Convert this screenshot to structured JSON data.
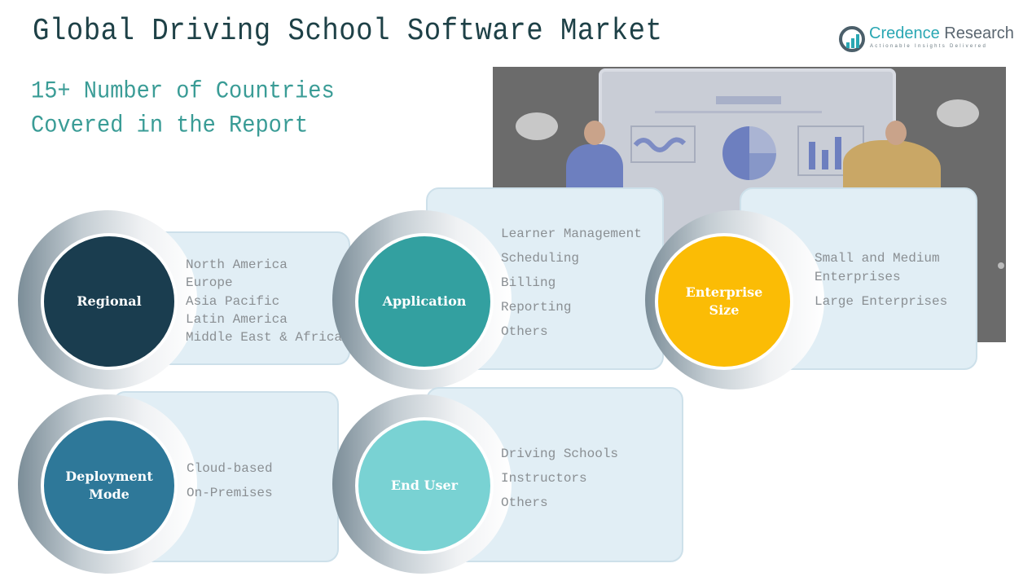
{
  "header": {
    "title": "Global Driving School Software Market",
    "subtitle_line1": "15+ Number of Countries",
    "subtitle_line2": "Covered in the Report"
  },
  "logo": {
    "name_part1": "Credence",
    "name_part2": " Research",
    "tagline": "Actionable Insights Delivered",
    "icon": "bar-chart-magnifier-icon",
    "colors": {
      "accent": "#2aa7b3",
      "text": "#5a6670"
    }
  },
  "illustration": {
    "description": "two presenters at a dashboard board with charts",
    "icon": "presentation-illustration"
  },
  "segments": [
    {
      "label": "Regional",
      "color": "#1a3d4f",
      "items": [
        "North America",
        "Europe",
        "Asia Pacific",
        "Latin America",
        "Middle East & Africa"
      ]
    },
    {
      "label": "Application",
      "color": "#33a0a0",
      "items": [
        "Learner Management",
        "Scheduling",
        "Billing",
        "Reporting",
        "Others"
      ]
    },
    {
      "label_line1": "Enterprise",
      "label_line2": "Size",
      "color": "#fbbc05",
      "items": [
        "Small and Medium",
        "Enterprises",
        "Large Enterprises"
      ]
    },
    {
      "label_line1": "Deployment",
      "label_line2": "Mode",
      "color": "#2e7899",
      "items": [
        "Cloud-based",
        "On-Premises"
      ]
    },
    {
      "label": "End User",
      "color": "#79d2d3",
      "items": [
        "Driving Schools",
        "Instructors",
        "Others"
      ]
    }
  ]
}
